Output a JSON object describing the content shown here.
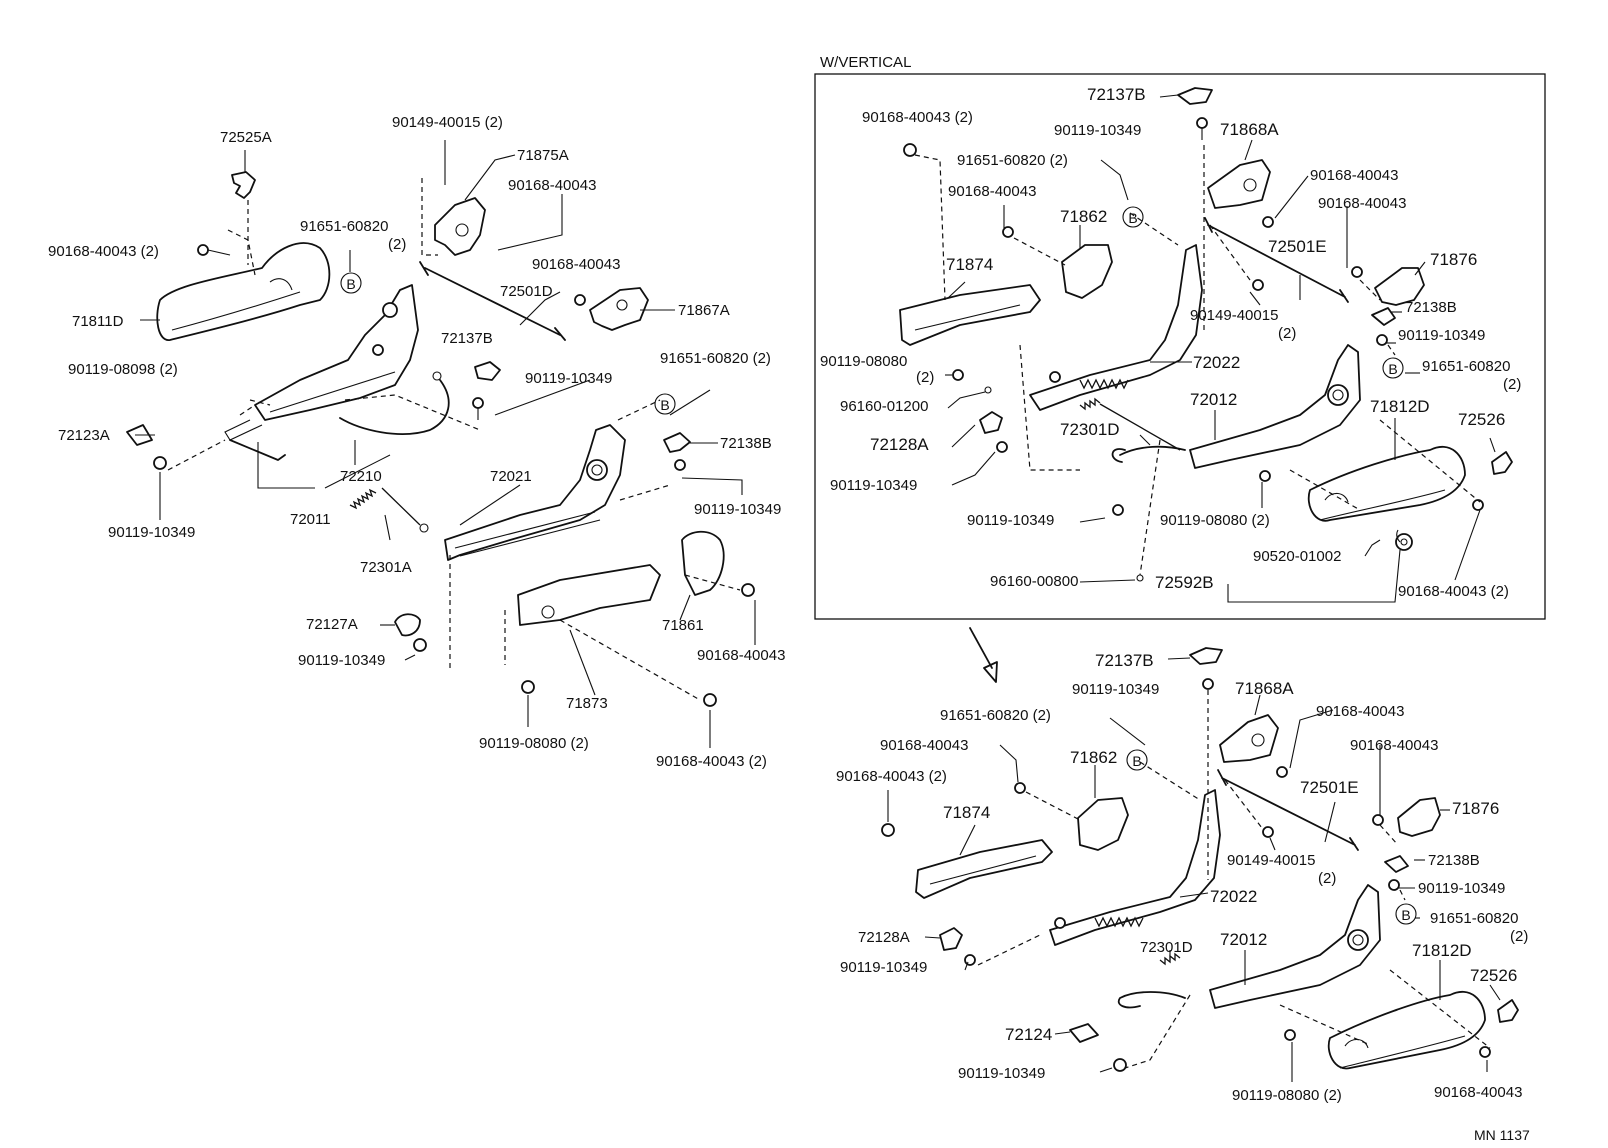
{
  "inset": {
    "title": "W/VERTICAL"
  },
  "ref_code": "MN  1137",
  "circle_marker": "B",
  "labels": {
    "l1": "72525A",
    "l2": "90149-40015 (2)",
    "l3": "71875A",
    "l4": "90168-40043",
    "l5": "91651-60820",
    "l5b": "(2)",
    "l6": "90168-40043 (2)",
    "l7": "90168-40043",
    "l8": "72501D",
    "l9": "71867A",
    "l10": "71811D",
    "l11": "72137B",
    "l12": "91651-60820 (2)",
    "l13": "90119-08098 (2)",
    "l14": "90119-10349",
    "l15": "72123A",
    "l16": "72138B",
    "l17": "72210",
    "l18": "72021",
    "l19": "90119-10349",
    "l20": "90119-10349",
    "l21": "72011",
    "l22": "72301A",
    "l23": "72127A",
    "l24": "71861",
    "l25": "90119-10349",
    "l26": "90168-40043",
    "l27": "71873",
    "l28": "90119-08080 (2)",
    "l29": "90168-40043 (2)",
    "v1": "72137B",
    "v2": "90168-40043 (2)",
    "v3": "90119-10349",
    "v4": "71868A",
    "v5": "91651-60820 (2)",
    "v6": "90168-40043",
    "v7": "90168-40043",
    "v8": "90168-40043",
    "v9": "71862",
    "v10": "71874",
    "v11": "72501E",
    "v12": "71876",
    "v13": "90149-40015",
    "v13b": "(2)",
    "v14": "72138B",
    "v15": "90119-10349",
    "v16": "90119-08080",
    "v16b": "(2)",
    "v17": "72022",
    "v18": "91651-60820",
    "v18b": "(2)",
    "v19": "96160-01200",
    "v20": "72012",
    "v21": "71812D",
    "v22": "72301D",
    "v23": "72128A",
    "v24": "72526",
    "v25": "90119-10349",
    "v26": "90119-10349",
    "v27": "90119-08080 (2)",
    "v28": "90520-01002",
    "v29": "96160-00800",
    "v30": "72592B",
    "v31": "90168-40043 (2)",
    "b1": "72137B",
    "b2": "90119-10349",
    "b3": "71868A",
    "b4": "91651-60820 (2)",
    "b5": "90168-40043",
    "b6": "90168-40043",
    "b7": "90168-40043",
    "b8": "90168-40043 (2)",
    "b9": "71862",
    "b10": "72501E",
    "b11": "71874",
    "b12": "71876",
    "b13": "90149-40015",
    "b13b": "(2)",
    "b14": "72138B",
    "b15": "90119-10349",
    "b16": "72022",
    "b17": "91651-60820",
    "b17b": "(2)",
    "b18": "72128A",
    "b19": "72301D",
    "b20": "72012",
    "b21": "71812D",
    "b22": "90119-10349",
    "b23": "72526",
    "b24": "72124",
    "b25": "90119-10349",
    "b26": "90119-08080 (2)",
    "b27": "90168-40043"
  }
}
